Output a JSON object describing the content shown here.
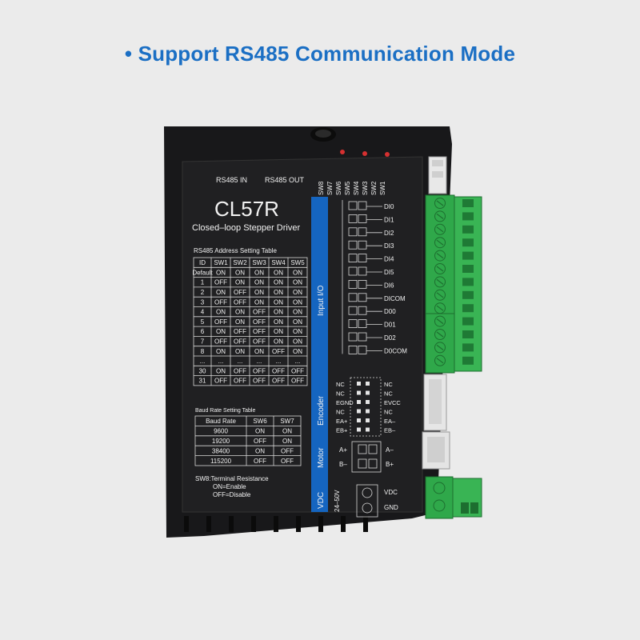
{
  "headline": "• Support RS485 Communication Mode",
  "device": {
    "model": "CL57R",
    "subtitle": "Closed–loop Stepper Driver",
    "ports": [
      "RS485 IN",
      "RS485 OUT"
    ],
    "switches": [
      "SW8",
      "SW7",
      "SW6",
      "SW5",
      "SW4",
      "SW3",
      "SW2",
      "SW1"
    ],
    "address_table": {
      "title": "RS485 Address Setting Table",
      "headers": [
        "ID",
        "SW1",
        "SW2",
        "SW3",
        "SW4",
        "SW5"
      ],
      "rows": [
        [
          "Default",
          "ON",
          "ON",
          "ON",
          "ON",
          "ON"
        ],
        [
          "1",
          "OFF",
          "ON",
          "ON",
          "ON",
          "ON"
        ],
        [
          "2",
          "ON",
          "OFF",
          "ON",
          "ON",
          "ON"
        ],
        [
          "3",
          "OFF",
          "OFF",
          "ON",
          "ON",
          "ON"
        ],
        [
          "4",
          "ON",
          "ON",
          "OFF",
          "ON",
          "ON"
        ],
        [
          "5",
          "OFF",
          "ON",
          "OFF",
          "ON",
          "ON"
        ],
        [
          "6",
          "ON",
          "OFF",
          "OFF",
          "ON",
          "ON"
        ],
        [
          "7",
          "OFF",
          "OFF",
          "OFF",
          "ON",
          "ON"
        ],
        [
          "8",
          "ON",
          "ON",
          "ON",
          "OFF",
          "ON"
        ],
        [
          "...",
          "...",
          "...",
          "...",
          "...",
          "..."
        ],
        [
          "30",
          "ON",
          "OFF",
          "OFF",
          "OFF",
          "OFF"
        ],
        [
          "31",
          "OFF",
          "OFF",
          "OFF",
          "OFF",
          "OFF"
        ]
      ]
    },
    "baud_table": {
      "title": "Baud Rate Setting Table",
      "headers": [
        "Baud Rate",
        "SW6",
        "SW7"
      ],
      "rows": [
        [
          "9600",
          "ON",
          "ON"
        ],
        [
          "19200",
          "OFF",
          "ON"
        ],
        [
          "38400",
          "ON",
          "OFF"
        ],
        [
          "115200",
          "OFF",
          "OFF"
        ]
      ]
    },
    "sw8_note": {
      "title": "SW8:Terminal Resistance",
      "on": "ON=Enable",
      "off": "OFF=Disable"
    },
    "sections": {
      "input": "Input I/O",
      "encoder": "Encoder",
      "motor": "Motor",
      "vdc": "VDC",
      "voltage": "24–50V"
    },
    "io_pins": [
      "DI0",
      "DI1",
      "DI2",
      "DI3",
      "DI4",
      "DI5",
      "DI6",
      "DICOM",
      "D00",
      "D01",
      "D02",
      "D0COM"
    ],
    "encoder_left": [
      "NC",
      "NC",
      "EGND",
      "NC",
      "EA+",
      "EB+"
    ],
    "encoder_right": [
      "NC",
      "NC",
      "EVCC",
      "NC",
      "EA–",
      "EB–"
    ],
    "motor_left": [
      "A+",
      "B–"
    ],
    "motor_right": [
      "A–",
      "B+"
    ],
    "power_pins": [
      "VDC",
      "GND"
    ]
  },
  "colors": {
    "headline": "#1b6fc4",
    "panel": "#1c1c1e",
    "stripe": "#1565c0",
    "terminal": "#2fa84a"
  }
}
